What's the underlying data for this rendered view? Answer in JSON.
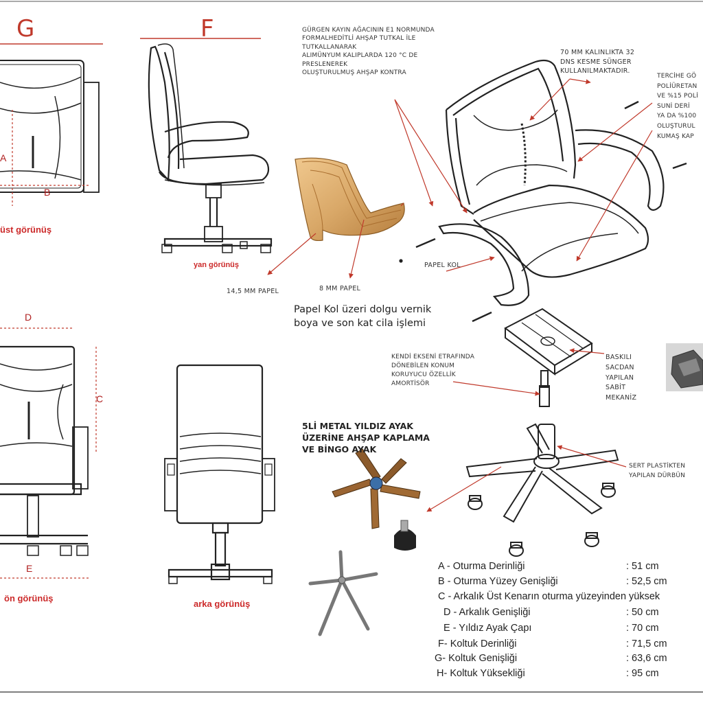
{
  "views": {
    "letter_g": "G",
    "letter_f": "F",
    "top_view": "üst görünüş",
    "side_view": "yan görünüş",
    "front_view": "ön görünüş",
    "back_view": "arka görünüş"
  },
  "dimension_letters": {
    "a": "A",
    "b": "B",
    "c": "C",
    "d": "D",
    "e": "E"
  },
  "notes": {
    "plywood_lines": [
      "GÜRGEN KAYIN AĞACININ E1 NORMUNDA",
      "FORMALHEDİTLİ AHŞAP TUTKAL İLE",
      "TUTKALLANARAK",
      "ALIMÜNYUM KALIPLARDA 120 °C DE",
      "PRESLENEREK",
      "OLUŞTURULMUŞ AHŞAP KONTRA"
    ],
    "foam_lines": [
      "70 MM KALINLIKTA 32",
      "DNS KESME SÜNGER",
      "KULLANILMAKTADIR."
    ],
    "upholstery_lines": [
      "TERCİHE GÖ",
      "POLİÜRETAN",
      "VE %15 POLİ",
      "SUNİ DERİ",
      "YA DA %100",
      "OLUŞTURUL",
      "KUMAŞ KAP"
    ],
    "papel_kol": "PAPEL KOL",
    "papel_14": "14,5 MM PAPEL",
    "papel_8": "8 MM PAPEL",
    "coating_lines": [
      "Papel Kol üzeri dolgu vernik",
      "boya ve son kat cila işlemi"
    ],
    "shock_lines": [
      "KENDİ EKSENİ ETRAFINDA",
      "DÖNEBİLEN KONUM",
      "KORUYUCU ÖZELLİK",
      "AMORTİSÖR"
    ],
    "mechanism_lines": [
      "BASKILI",
      "SACDAN",
      "YAPILAN",
      "SABİT",
      "MEKANİZ"
    ],
    "base_lines": [
      "5Lİ METAL YILDIZ AYAK",
      "ÜZERİNE AHŞAP  KAPLAMA",
      "VE BİNGO AYAK"
    ],
    "caster_lines": [
      "SERT PLASTİKTEN",
      "YAPILAN DÜRBÜN"
    ]
  },
  "dimensions": [
    {
      "label": "A - Oturma Derinliği",
      "value": ": 51 cm"
    },
    {
      "label": "B - Oturma Yüzey Genişliği",
      "value": ": 52,5 cm"
    },
    {
      "label": "C - Arkalık Üst Kenarın oturma yüzeyinden yüksek",
      "value": ""
    },
    {
      "label": "D - Arkalık Genişliği",
      "value": ": 50 cm"
    },
    {
      "label": "E - Yıldız Ayak Çapı",
      "value": ": 70 cm"
    },
    {
      "label": "F- Koltuk Derinliği",
      "value": ": 71,5 cm"
    },
    {
      "label": "G- Koltuk Genişliği",
      "value": ": 63,6 cm"
    },
    {
      "label": "H- Koltuk Yüksekliği",
      "value": ": 95 cm"
    }
  ],
  "colors": {
    "red": "#c0392b",
    "line": "#222222",
    "wood": "#d9a868",
    "wood_dark": "#b57d3d"
  }
}
